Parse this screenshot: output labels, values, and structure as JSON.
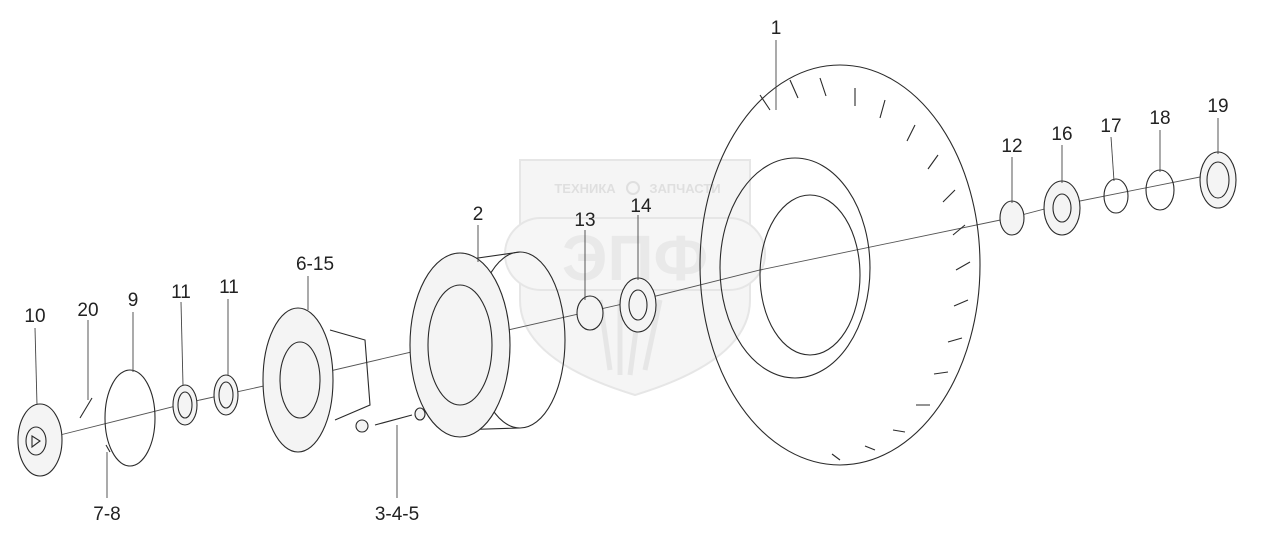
{
  "callouts": [
    {
      "id": "1",
      "text": "1"
    },
    {
      "id": "2",
      "text": "2"
    },
    {
      "id": "13",
      "text": "13"
    },
    {
      "id": "14",
      "text": "14"
    },
    {
      "id": "12",
      "text": "12"
    },
    {
      "id": "16",
      "text": "16"
    },
    {
      "id": "17",
      "text": "17"
    },
    {
      "id": "18",
      "text": "18"
    },
    {
      "id": "19",
      "text": "19"
    },
    {
      "id": "6-15",
      "text": "6-15"
    },
    {
      "id": "10",
      "text": "10"
    },
    {
      "id": "20",
      "text": "20"
    },
    {
      "id": "9",
      "text": "9"
    },
    {
      "id": "11a",
      "text": "11"
    },
    {
      "id": "11b",
      "text": "11"
    },
    {
      "id": "7-8",
      "text": "7-8"
    },
    {
      "id": "3-4-5",
      "text": "3-4-5"
    }
  ],
  "watermark": {
    "top_line_left": "ТЕХНИКА",
    "top_line_right": "ЗАПЧАСТИ",
    "logo": "ЭПФ"
  },
  "colors": {
    "line": "#2a2a2a",
    "watermark": "#9a9a9a",
    "background": "#ffffff"
  }
}
